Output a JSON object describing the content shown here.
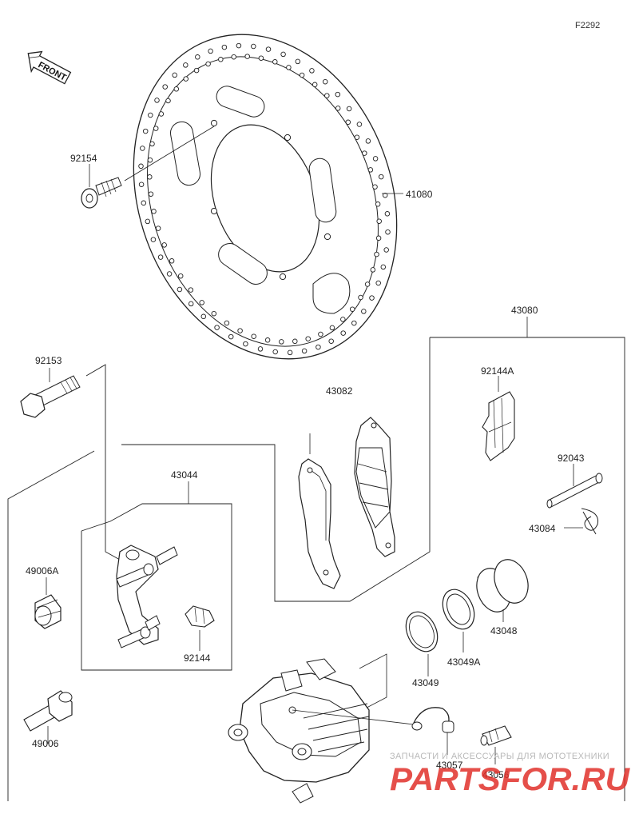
{
  "figure_id": "F2292",
  "front_badge": "FRONT",
  "labels": {
    "p92154": "92154",
    "p41080": "41080",
    "p43080": "43080",
    "p92153": "92153",
    "p92144A": "92144A",
    "p43082": "43082",
    "p92043": "92043",
    "p43044": "43044",
    "p43084": "43084",
    "p49006A": "49006A",
    "p43048": "43048",
    "p92144": "92144",
    "p43049A": "43049A",
    "p43049": "43049",
    "p49006": "49006",
    "p43057": "43057",
    "p43056": "43056"
  },
  "watermark": {
    "tagline": "ЗАПЧАСТИ И АКСЕССУАРЫ ДЛЯ МОТОТЕХНИКИ",
    "logo_text": "PARTSFOR.RU",
    "color": "#e0302a"
  }
}
